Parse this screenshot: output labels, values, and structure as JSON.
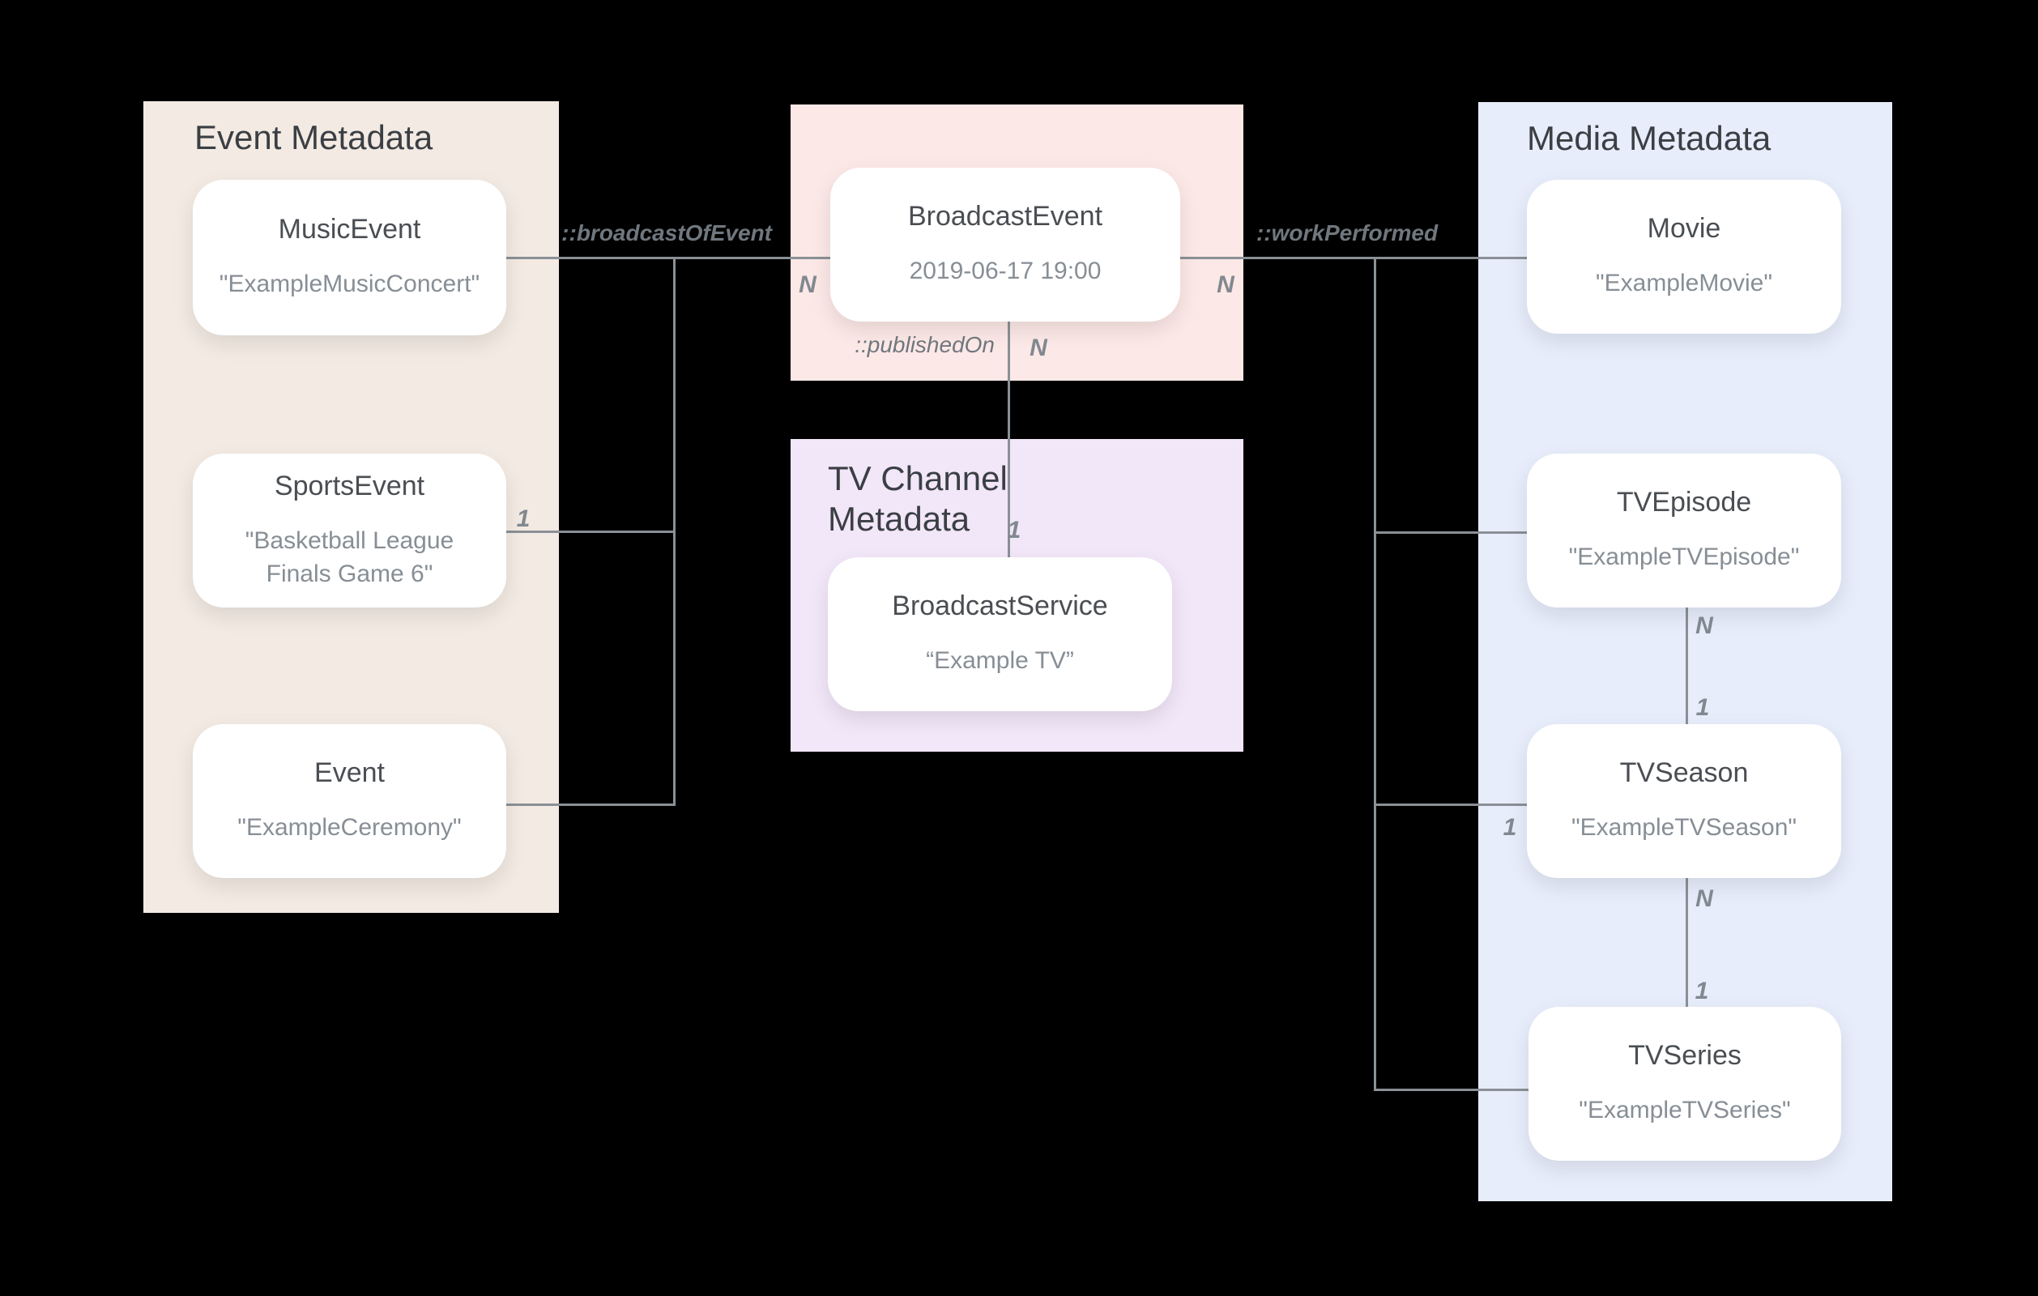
{
  "diagram": {
    "background": "#000000",
    "line_color": "#8a9096",
    "panel_colors": {
      "event_metadata": "#f3eae3",
      "broadcast_event": "#fce8e6",
      "tv_channel_metadata": "#f2e6f9",
      "media_metadata": "#e7edfb"
    },
    "text_colors": {
      "panel_title": "#3b3f44",
      "card_title": "#4a4e53",
      "card_value": "#878e95",
      "relationship_label": "#70777e",
      "cardinality_label": "#81888f"
    }
  },
  "panels": {
    "event": {
      "title": "Event Metadata"
    },
    "tv_channel": {
      "title": "TV Channel Metadata"
    },
    "media": {
      "title": "Media Metadata"
    }
  },
  "nodes": {
    "music_event": {
      "title": "MusicEvent",
      "value": "\"ExampleMusicConcert\""
    },
    "sports_event": {
      "title": "SportsEvent",
      "value": "\"Basketball League Finals Game 6\""
    },
    "event": {
      "title": "Event",
      "value": "\"ExampleCeremony\""
    },
    "broadcast_event": {
      "title": "BroadcastEvent",
      "value": "2019-06-17 19:00"
    },
    "broadcast_service": {
      "title": "BroadcastService",
      "value": "“Example TV”"
    },
    "movie": {
      "title": "Movie",
      "value": "\"ExampleMovie\""
    },
    "tv_episode": {
      "title": "TVEpisode",
      "value": "\"ExampleTVEpisode\""
    },
    "tv_season": {
      "title": "TVSeason",
      "value": "\"ExampleTVSeason\""
    },
    "tv_series": {
      "title": "TVSeries",
      "value": "\"ExampleTVSeries\""
    }
  },
  "relationships": {
    "broadcast_of_event": {
      "label": "::broadcastOfEvent"
    },
    "published_on": {
      "label": "::publishedOn"
    },
    "work_performed": {
      "label": "::workPerformed"
    }
  },
  "cardinalities": {
    "broadcast_event_left_n": "N",
    "broadcast_event_right_n": "N",
    "sports_event_1": "1",
    "published_on_n": "N",
    "broadcast_service_1": "1",
    "episode_to_season_n": "N",
    "episode_to_season_1": "1",
    "season_left_1": "1",
    "season_to_series_n": "N",
    "season_to_series_1": "1"
  }
}
